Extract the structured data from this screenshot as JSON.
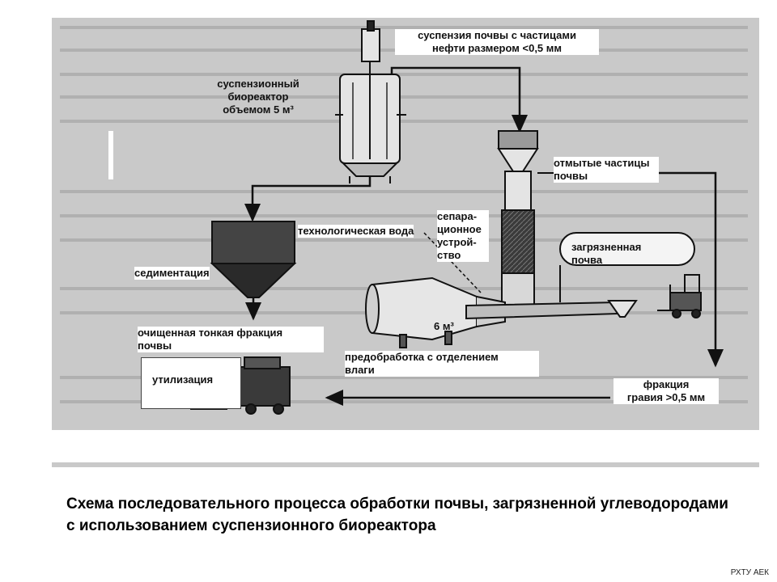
{
  "labels": {
    "bioreactor": "суспензионный\nбиореактор\nобъемом 5 м³",
    "suspension": "суспензия почвы с частицами\nнефти размером <0,5 мм",
    "washed": "отмытые частицы\nпочвы",
    "tech_water": "технологическая вода",
    "separator": "сепара-\nционное\nустрой-\nство",
    "contaminated": "загрязненная\nпочва",
    "sedimentation": "седиментация",
    "drum_volume": "6 м³",
    "fine_fraction": "очищенная тонкая фракция\nпочвы",
    "pretreatment": "предобработка с отделением\nвлаги",
    "utilization": "утилизация",
    "gravel": "фракция\nгравия >0,5 мм"
  },
  "caption": "Схема последовательного процесса обработки почвы, загрязненной углеводородами с использованием суспензионного биореактора",
  "footer": "РХТУ АЕК"
}
